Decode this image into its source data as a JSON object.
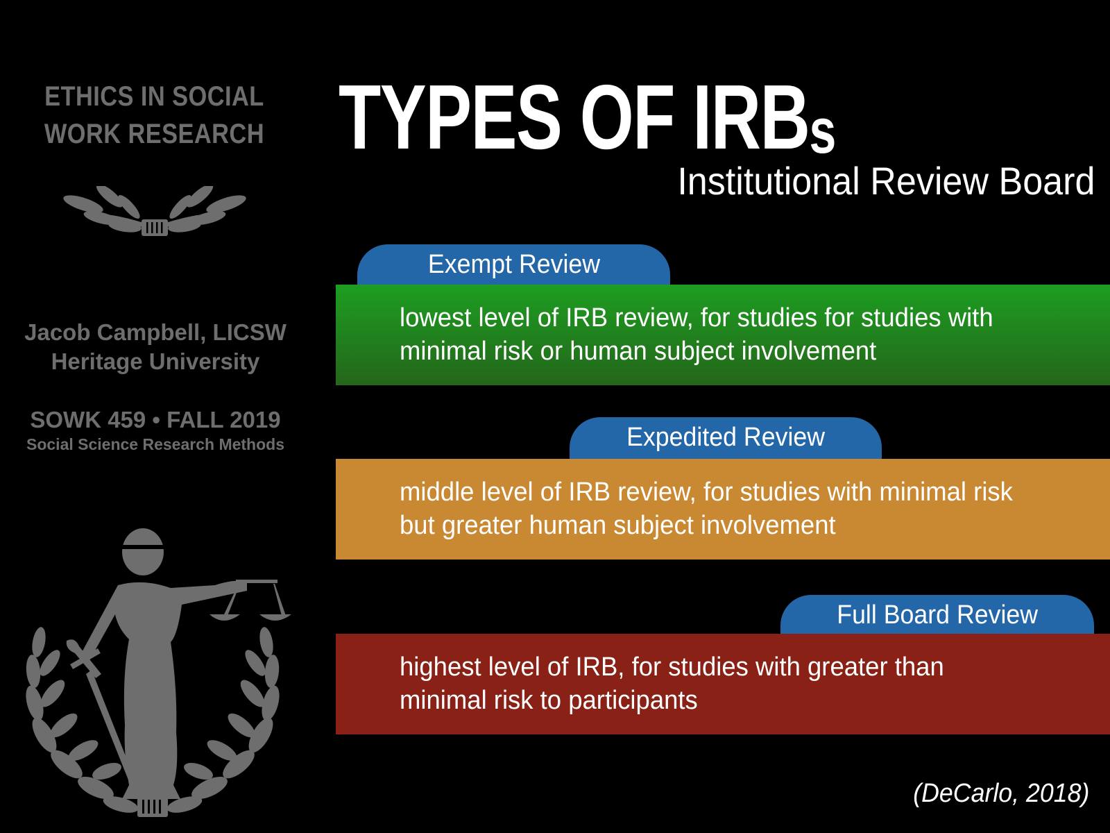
{
  "sidebar": {
    "course_title_lines": [
      "ETHICS IN SOCIAL",
      "WORK RESEARCH"
    ],
    "instructor_lines": [
      "Jacob Campbell, LICSW",
      "Heritage University"
    ],
    "course_code": "SOWK 459 • FALL 2019",
    "course_subtitle": "Social Science Research Methods",
    "icons": [
      "laurel-wreath-icon",
      "lady-justice-emblem-icon"
    ],
    "text_color": "#6e6e6e"
  },
  "header": {
    "title": "TYPES OF IRB",
    "title_suffix": "s",
    "subtitle": "Institutional Review Board"
  },
  "reviews": [
    {
      "label": "Exempt Review",
      "description_lines": [
        "lowest level of IRB review, for studies for studies with",
        "minimal risk or human subject involvement"
      ],
      "color": "#1d9e21"
    },
    {
      "label": "Expedited Review",
      "description_lines": [
        "middle level of IRB review, for studies with minimal risk",
        "but greater human subject involvement"
      ],
      "color": "#c98832"
    },
    {
      "label": "Full Board Review",
      "description_lines": [
        "highest level of IRB, for studies with greater than",
        "minimal risk to participants"
      ],
      "color": "#8a2116"
    }
  ],
  "tab_color": "#2467a8",
  "citation": "(DeCarlo, 2018)"
}
